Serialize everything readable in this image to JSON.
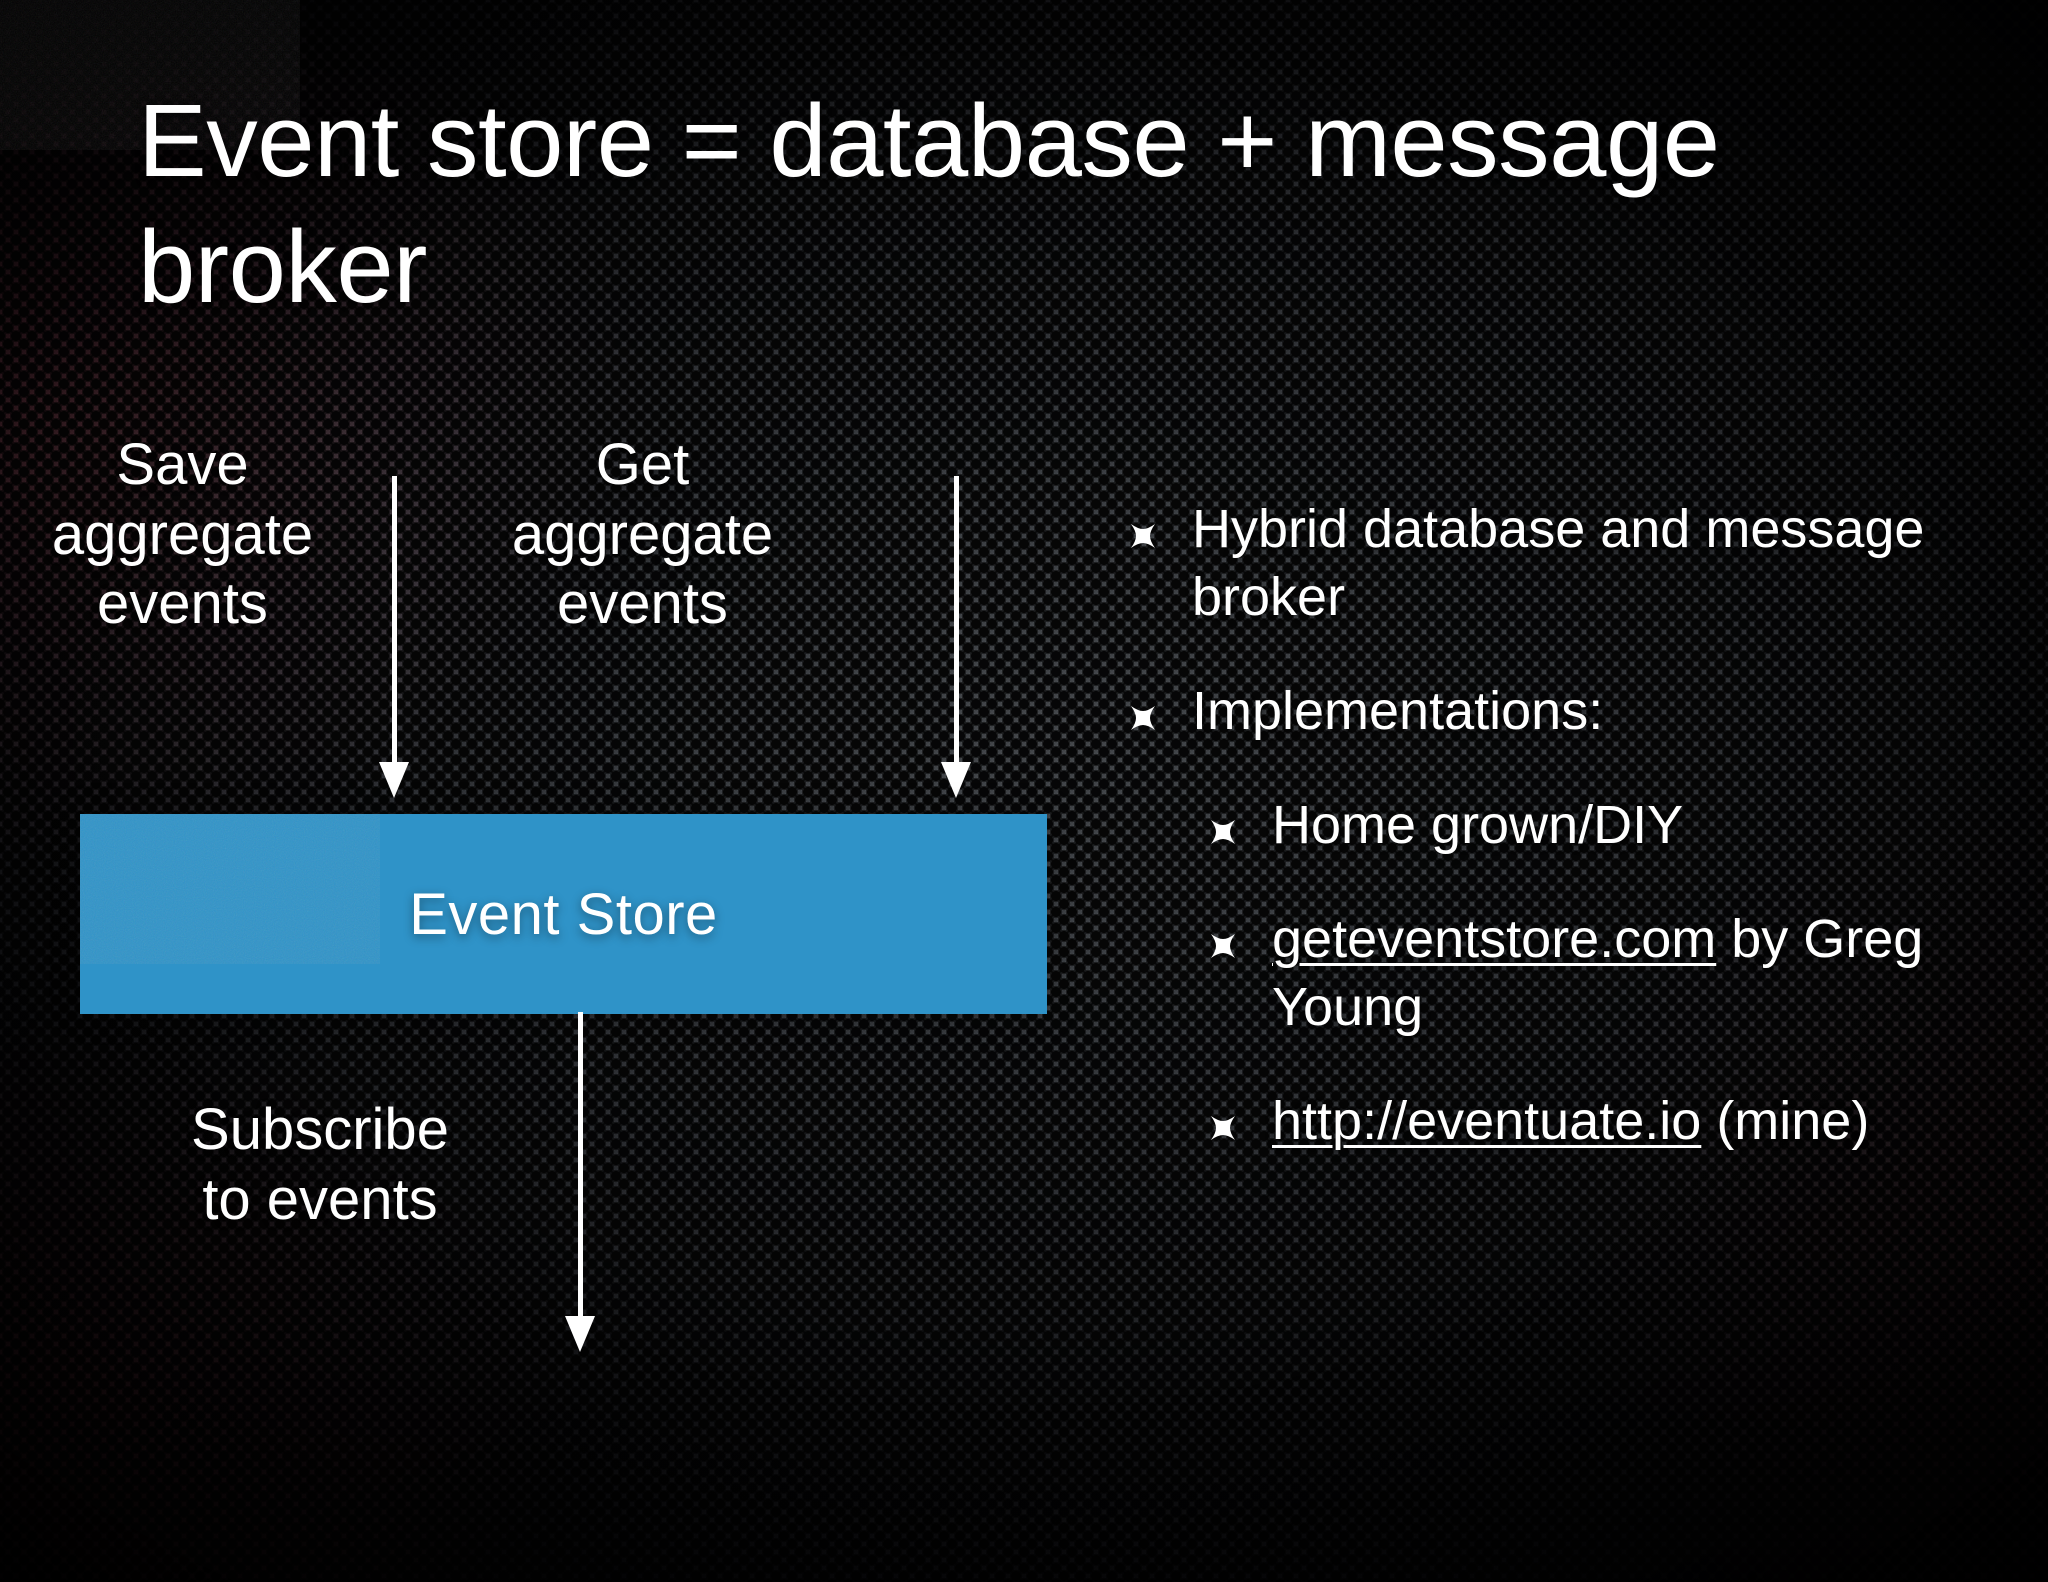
{
  "slide": {
    "title": "Event store = database + message\nbroker",
    "background_color": "#1d1f22",
    "accent_color": "#2f93c8",
    "text_color": "#ffffff"
  },
  "diagram": {
    "labels": [
      {
        "id": "save",
        "text": "Save\naggregate\nevents"
      },
      {
        "id": "get",
        "text": "Get\naggregate\nevents"
      },
      {
        "id": "subscribe",
        "text": "Subscribe\nto events"
      }
    ],
    "arrows": [
      {
        "id": "save-arrow",
        "direction": "down",
        "from": "Save aggregate events",
        "to": "Event Store"
      },
      {
        "id": "get-arrow",
        "direction": "down",
        "from": "Get aggregate events",
        "to": "Event Store"
      },
      {
        "id": "subscribe-arrow",
        "direction": "down",
        "from": "Event Store",
        "to": "Subscribe to events"
      }
    ],
    "box": {
      "label": "Event Store",
      "fill": "#2f93c8"
    }
  },
  "bullets": [
    {
      "level": 1,
      "bullet_icon": "concave-square-bullet-icon",
      "text": "Hybrid database and message broker",
      "link": null
    },
    {
      "level": 1,
      "bullet_icon": "concave-square-bullet-icon",
      "text": "Implementations:",
      "link": null
    },
    {
      "level": 2,
      "bullet_icon": "concave-square-bullet-icon",
      "text": "Home grown/DIY",
      "link": null
    },
    {
      "level": 2,
      "bullet_icon": "concave-square-bullet-icon",
      "link": "geteventstore.com",
      "text_after_link": " by Greg Young",
      "text": "geteventstore.com by Greg Young"
    },
    {
      "level": 2,
      "bullet_icon": "concave-square-bullet-icon",
      "link": "http://eventuate.io",
      "text_after_link": " (mine)",
      "text": "http://eventuate.io (mine)"
    }
  ]
}
